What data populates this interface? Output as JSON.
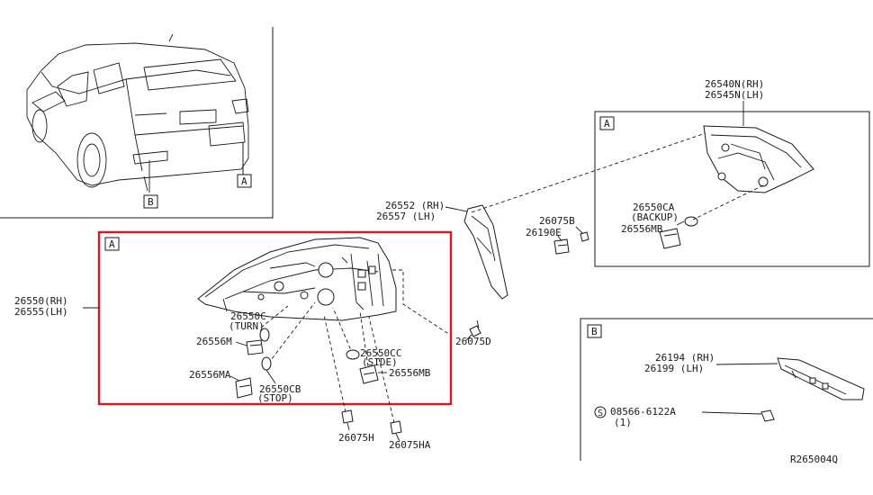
{
  "diagram": {
    "reference_code": "R265004Q",
    "section_tags": {
      "rear_car_a": "A",
      "rear_car_b": "B",
      "inner_lamp": "A",
      "main_lamp": "A",
      "license_lamp": "B"
    },
    "labels": {
      "inner_lamp_rh": "26540N(RH)",
      "inner_lamp_lh": "26545N(LH)",
      "garnish_rh": "26552 (RH)",
      "garnish_lh": "26557 (LH)",
      "clip_26075b": "26075B",
      "clip_26190e": "26190E",
      "bulb_backup_no": "26550CA",
      "bulb_backup_name": "(BACKUP)",
      "socket_26556mb_top": "26556MB",
      "lamp_rh": "26550(RH)",
      "lamp_lh": "26555(LH)",
      "bulb_turn_no": "26550C",
      "bulb_turn_name": "(TURN)",
      "socket_26556m": "26556M",
      "socket_26556ma": "26556MA",
      "bulb_stop_no": "26550CB",
      "bulb_stop_name": "(STOP)",
      "bulb_side_no": "26550CC",
      "bulb_side_name": "(SIDE)",
      "socket_26556mb": "26556MB",
      "screw_26075d": "26075D",
      "clip_26075h": "26075H",
      "clip_26075ha": "26075HA",
      "license_rh": "26194 (RH)",
      "license_lh": "26199 (LH)",
      "screw_symbol": "S",
      "screw_no": "08566-6122A",
      "screw_qty": "(1)"
    },
    "highlight_color": "#e0161e"
  }
}
